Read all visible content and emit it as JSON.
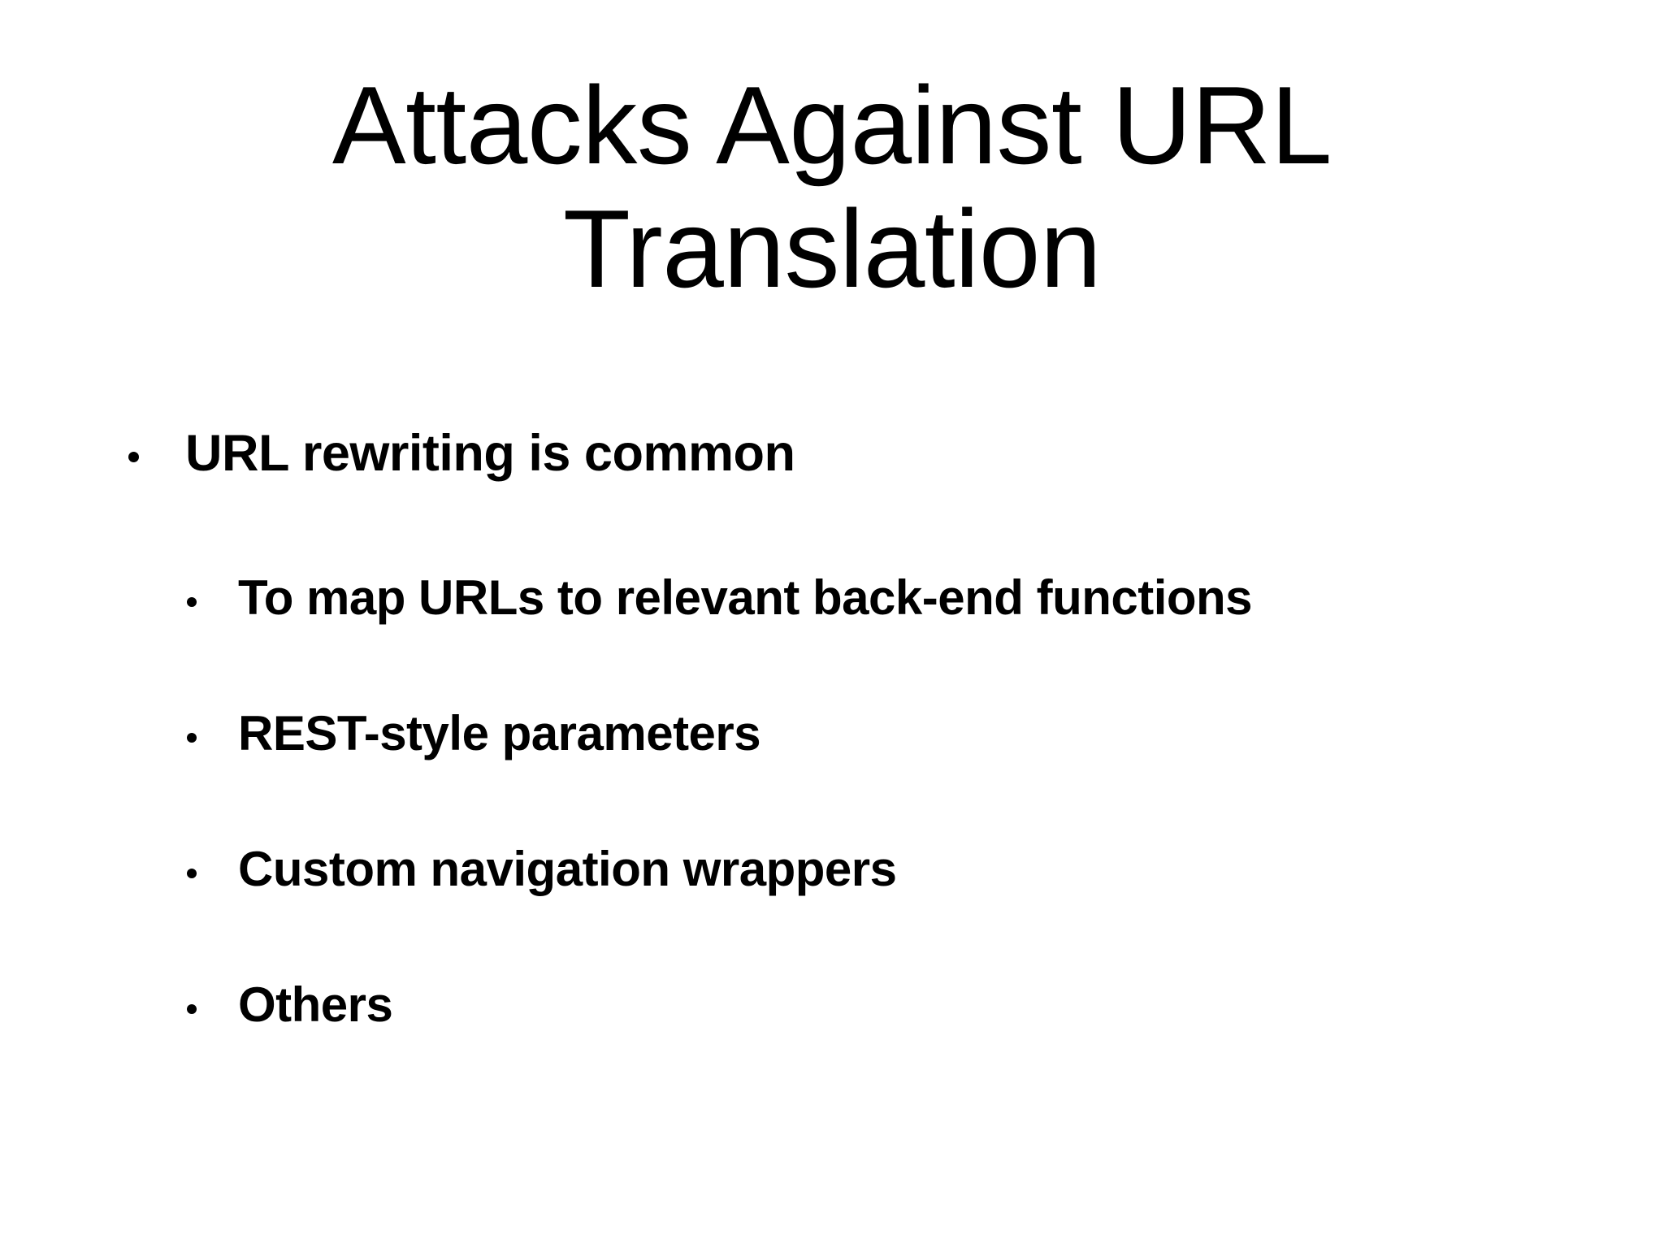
{
  "slide": {
    "background_color": "#ffffff",
    "text_color": "#000000",
    "title": {
      "lines": [
        "Attacks Against URL",
        "Translation"
      ]
    },
    "body": {
      "bullets": [
        {
          "level": 1,
          "marker": "bullet-dot",
          "text": "URL rewriting is common"
        },
        {
          "level": 2,
          "marker": "bullet-dot",
          "text": "To map URLs to relevant back-end functions"
        },
        {
          "level": 2,
          "marker": "bullet-dot",
          "text": "REST-style parameters"
        },
        {
          "level": 2,
          "marker": "bullet-dot",
          "text": "Custom navigation wrappers"
        },
        {
          "level": 2,
          "marker": "bullet-dot",
          "text": "Others"
        }
      ]
    }
  }
}
